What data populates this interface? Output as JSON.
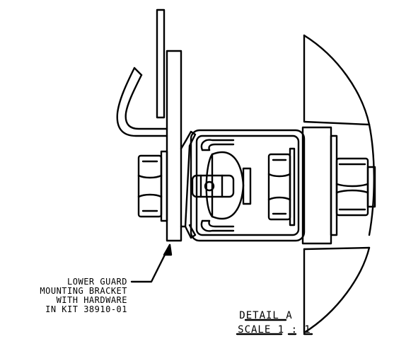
{
  "callout": {
    "lines": [
      "LOWER GUARD",
      "MOUNTING BRACKET",
      "WITH HARDWARE",
      "IN KIT 38910-01"
    ]
  },
  "detail": {
    "title": "DETAIL A",
    "scale": "SCALE 1 : 1"
  },
  "colors": {
    "line": "#000000",
    "background": "#ffffff"
  }
}
